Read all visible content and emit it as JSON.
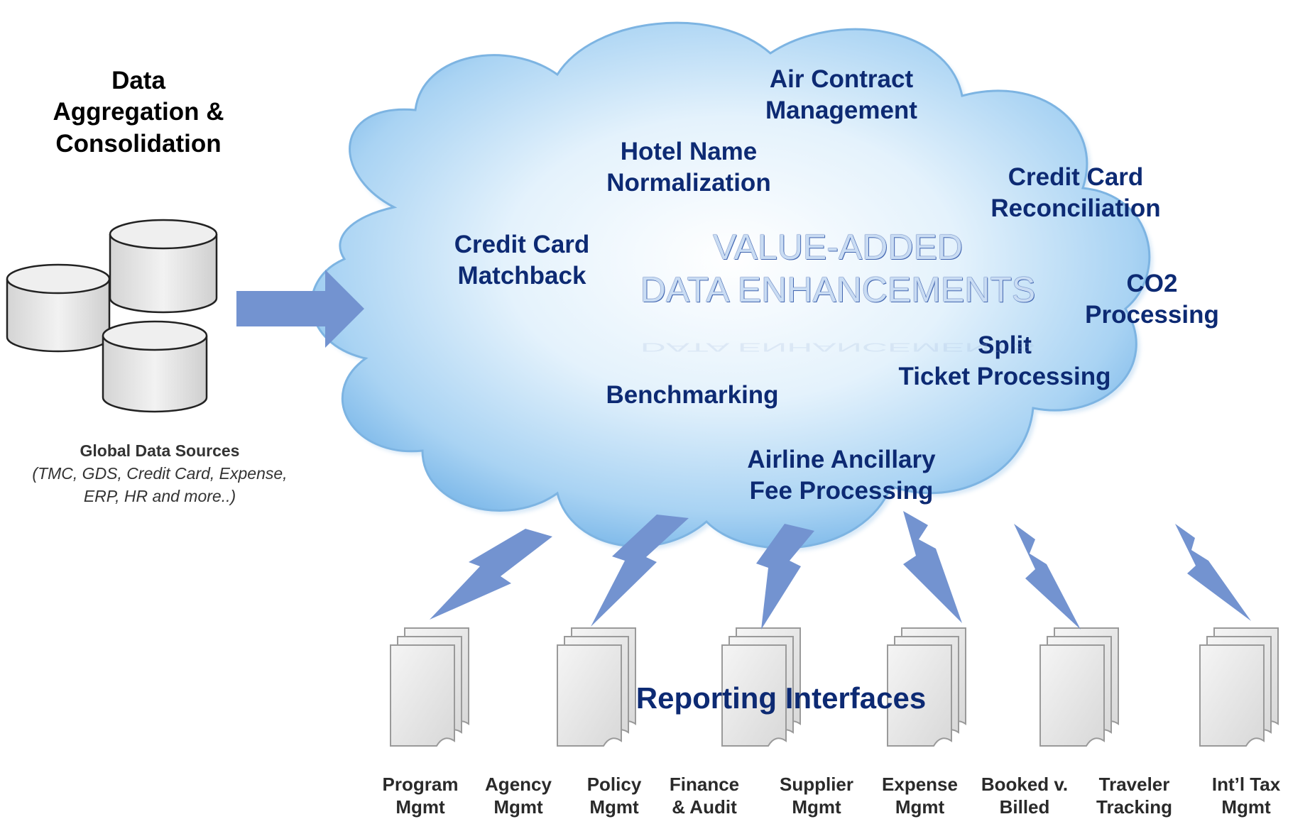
{
  "aggregation": {
    "title": "Data\nAggregation &\nConsolidation"
  },
  "sources": {
    "title": "Global Data Sources",
    "subtitle": "(TMC, GDS, Credit Card, Expense,\nERP, HR and more..)"
  },
  "cloud": {
    "center_line1": "VALUE-ADDED",
    "center_line2": "DATA ENHANCEMENTS",
    "labels": [
      {
        "id": "air-contract",
        "text": "Air Contract\nManagement"
      },
      {
        "id": "hotel-name",
        "text": "Hotel Name\nNormalization"
      },
      {
        "id": "cc-reconciliation",
        "text": "Credit Card\nReconciliation"
      },
      {
        "id": "cc-matchback",
        "text": "Credit Card\nMatchback"
      },
      {
        "id": "co2",
        "text": "CO2\nProcessing"
      },
      {
        "id": "split-ticket",
        "text": "Split\nTicket Processing"
      },
      {
        "id": "benchmarking",
        "text": "Benchmarking"
      },
      {
        "id": "ancillary",
        "text": "Airline Ancillary\nFee Processing"
      }
    ],
    "colors": {
      "cloud_fill": "#a9d3f3",
      "cloud_edge": "#6fa7d8",
      "label": "#0d2a73",
      "arrow": "#7393d0"
    }
  },
  "reporting": {
    "title": "Reporting Interfaces",
    "categories": [
      "Program\nMgmt",
      "Agency\nMgmt",
      "Policy\nMgmt",
      "Finance\n& Audit",
      "Supplier\nMgmt",
      "Expense\nMgmt",
      "Booked v.\nBilled",
      "Traveler\nTracking",
      "Int’l Tax\nMgmt"
    ]
  }
}
